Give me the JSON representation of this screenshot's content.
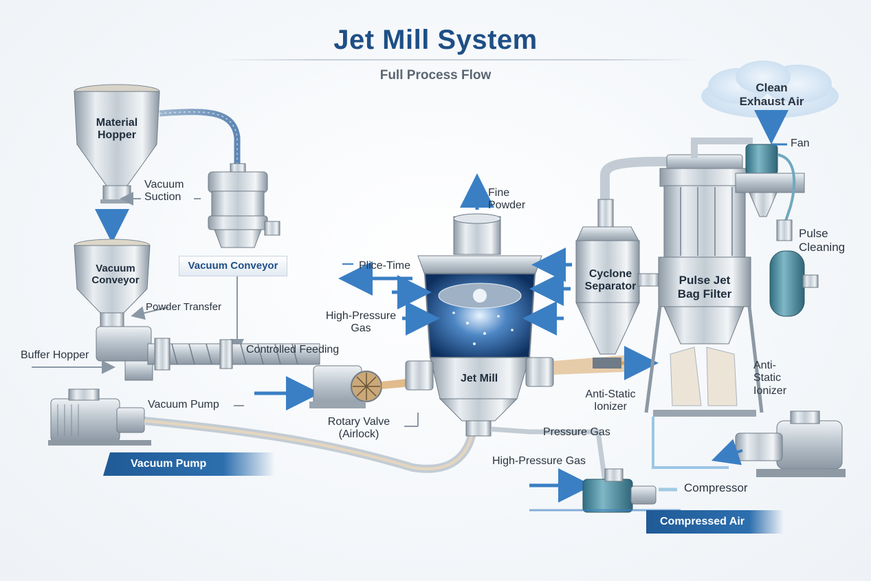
{
  "title": "Jet Mill System",
  "subtitle": "Full Process Flow",
  "labels": {
    "material_hopper": "Material\nHopper",
    "vacuum_suction": "Vacuum\nSuction",
    "vacuum_conveyor_box": "Vacuum Conveyor",
    "vacuum_conveyor_hopper": "Vacuum\nConveyor",
    "powder_transfer": "Powder Transfer",
    "buffer_hopper": "Buffer Hopper",
    "controlled_feeding": "Controlled Feeding",
    "vacuum_pump_label": "Vacuum Pump",
    "rotary_valve": "Rotary Valve\n(Airlock)",
    "vacuum_pump_banner": "Vacuum Pump",
    "fine_powder": "Fine\nPowder",
    "plice_time": "Plice-Time",
    "high_pressure_gas_left": "High-Pressure\nGas",
    "jet_mill": "Jet Mill",
    "anti_static_ionizer_mid": "Anti-Static\nIonizer",
    "pressure_gas": "Pressure Gas",
    "high_pressure_gas_bottom": "High-Pressure Gas",
    "compressor": "Compressor",
    "compressed_air_banner": "Compressed Air",
    "cyclone_separator": "Cyclone\nSeparator",
    "pulse_jet_bag_filter": "Pulse Jet\nBag Filter",
    "clean_exhaust_air": "Clean\nExhaust Air",
    "fan": "Fan",
    "pulse_cleaning": "Pulse\nCleaning",
    "anti_static_ionizer_right": "Anti-\nStatic\nIonizer"
  },
  "colors": {
    "title": "#1e4f86",
    "banner": "#1f5a96",
    "arrow": "#3a7fc4",
    "steel": "#b8c2cc",
    "tank_teal": "#4f8fa0"
  }
}
